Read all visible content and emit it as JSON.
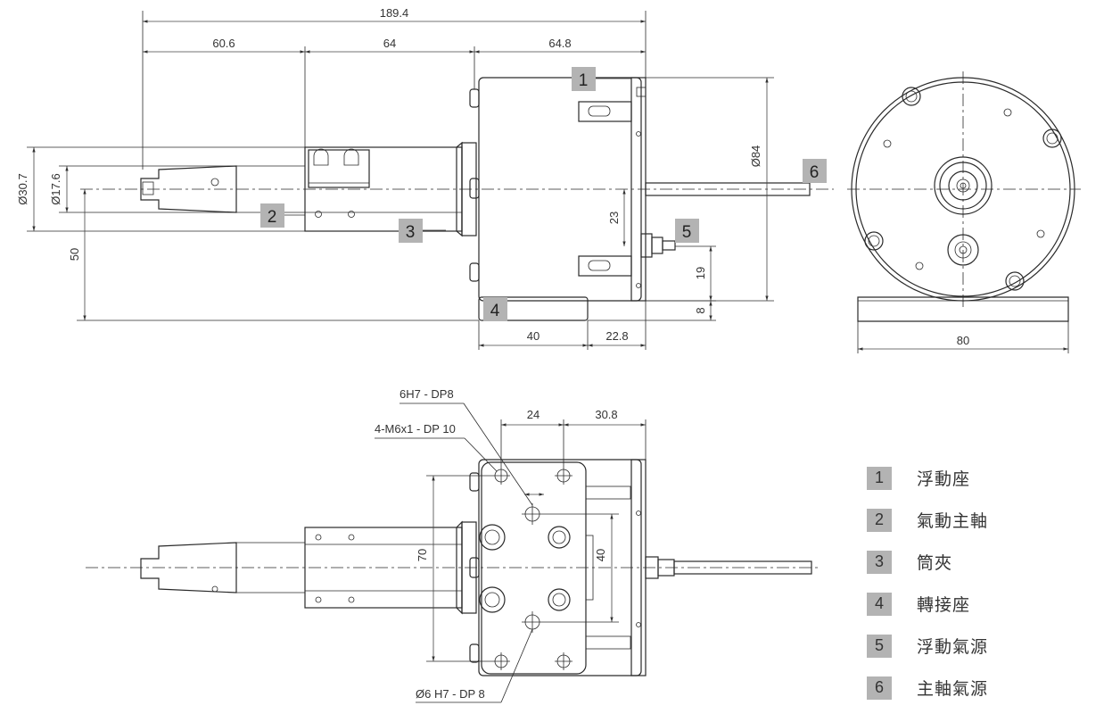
{
  "dimensions": {
    "overall_length": "189.4",
    "seg_a": "60.6",
    "seg_b": "64",
    "seg_c": "64.8",
    "dia_84": "Ø84",
    "dia_30_7": "Ø30.7",
    "dia_17_6": "Ø17.6",
    "height_50": "50",
    "offset_23": "23",
    "offset_19": "19",
    "offset_8": "8",
    "base_40": "40",
    "base_22_8": "22.8",
    "end_width_80": "80",
    "top_24": "24",
    "top_30_8": "30.8",
    "span_70": "70",
    "span_40": "40"
  },
  "callouts": {
    "hole_6h7": "6H7 - DP8",
    "thread_m6": "4-M6x1 - DP 10",
    "pin_hole": "Ø6 H7 - DP 8"
  },
  "part_tags": [
    "1",
    "2",
    "3",
    "4",
    "5",
    "6"
  ],
  "legend": [
    {
      "num": "1",
      "label": "浮動座"
    },
    {
      "num": "2",
      "label": "氣動主軸"
    },
    {
      "num": "3",
      "label": "筒夾"
    },
    {
      "num": "4",
      "label": "轉接座"
    },
    {
      "num": "5",
      "label": "浮動氣源"
    },
    {
      "num": "6",
      "label": "主軸氣源"
    }
  ]
}
